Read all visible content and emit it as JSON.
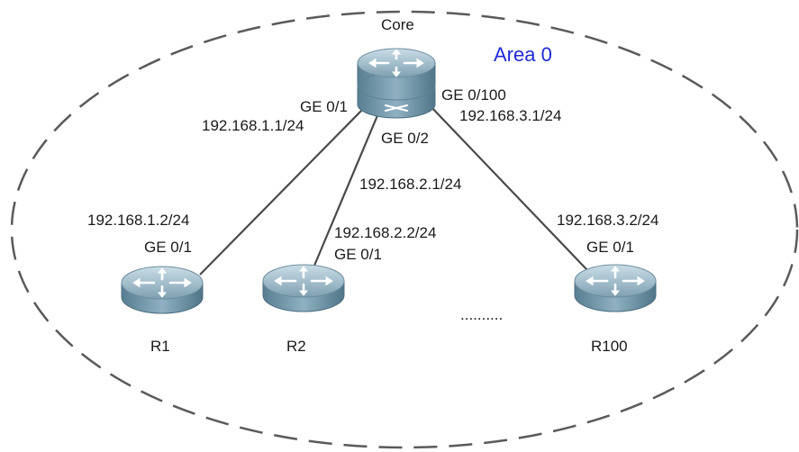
{
  "diagram": {
    "area_label": "Area 0",
    "area_color": "#1f2bd6",
    "line_color": "#4a4a4a",
    "router_color": "#8fb1c2",
    "ellipsis": "..........",
    "core": {
      "name": "Core",
      "if1": "GE 0/1",
      "ip1": "192.168.1.1/24",
      "if2": "GE 0/2",
      "ip2": "192.168.2.1/24",
      "if3": "GE 0/100",
      "ip3": "192.168.3.1/24"
    },
    "r1": {
      "name": "R1",
      "ip": "192.168.1.2/24",
      "if": "GE 0/1"
    },
    "r2": {
      "name": "R2",
      "ip": "192.168.2.2/24",
      "if": "GE 0/1"
    },
    "r100": {
      "name": "R100",
      "ip": "192.168.3.2/24",
      "if": "GE 0/1"
    }
  }
}
